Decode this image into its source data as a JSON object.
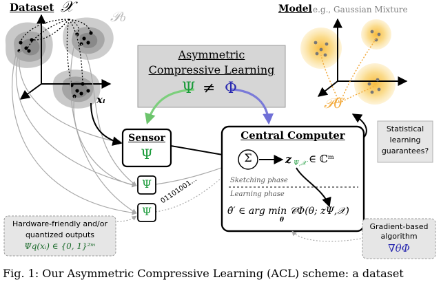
{
  "dataset": {
    "label": "Dataset",
    "symbol": "𝒳",
    "prior": "𝒫₀",
    "point": "xᵢ"
  },
  "model": {
    "label": "Model",
    "example": "e.g., Gaussian Mixture",
    "output": "𝒫θ̂′"
  },
  "acl": {
    "line1": "Asymmetric",
    "line2": "Compressive Learning",
    "psi": "Ψ",
    "neq": "≠",
    "phi": "Φ"
  },
  "sensor": {
    "title": "Sensor",
    "psi": "Ψ"
  },
  "small_sensors": [
    {
      "psi": "Ψ"
    },
    {
      "psi": "Ψ"
    }
  ],
  "bitstream": "01101001...",
  "central": {
    "title": "Central Computer",
    "sum": "Σ",
    "sketch": "z",
    "sketch_sub": "Ψ,𝒳",
    "sketch_rest": " ∈ ℂᵐ",
    "sketching_phase": "Sketching phase",
    "learning_phase": "Learning phase",
    "learning_formula": "θ̂′ ∈ arg min 𝒞Φ(θ; zΨ,𝒳)",
    "argmin_sub": "θ"
  },
  "stat_box": {
    "line1": "Statistical",
    "line2": "learning",
    "line3": "guarantees?"
  },
  "hw_box": {
    "line1": "Hardware-friendly and/or",
    "line2": "quantized outputs",
    "line3": "Ψq(xᵢ) ∈ {0, 1}²ᵐ"
  },
  "grad_box": {
    "line1": "Gradient-based",
    "line2": "algorithm",
    "line3": "∇θΦ"
  },
  "caption": "Fig. 1: Our Asymmetric Compressive Learning (ACL) scheme: a dataset",
  "colors": {
    "psi": "#1a9a3a",
    "phi": "#2a2ab0",
    "green_arrow": "#7ccf7c",
    "blue_arrow": "#7a7ad8",
    "gauss": "#f5c842",
    "acl_bg": "#d6d6d6",
    "note_bg": "#e6e6e6"
  }
}
